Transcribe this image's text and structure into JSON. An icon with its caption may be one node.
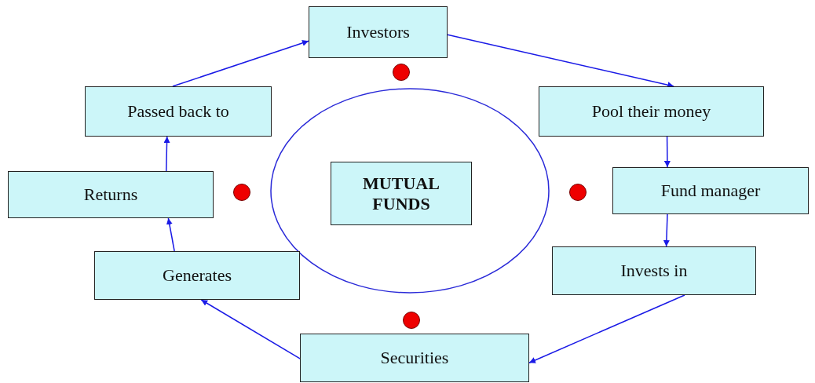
{
  "diagram": {
    "nodes": [
      {
        "text": [
          "Investors"
        ]
      },
      {
        "text": [
          "Pool their money"
        ]
      },
      {
        "text": [
          "Fund manager"
        ]
      },
      {
        "text": [
          "Invests in"
        ]
      },
      {
        "text": [
          "Securities"
        ]
      },
      {
        "text": [
          "Generates"
        ]
      },
      {
        "text": [
          "Returns"
        ]
      },
      {
        "text": [
          "Passed back to"
        ]
      },
      {
        "text": [],
        "shape": "circle"
      },
      {
        "text": [
          "MUTUAL FUNDS"
        ],
        "in": 8
      },
      {
        "text": [],
        "shape": "circle"
      },
      {
        "text": [],
        "shape": "circle"
      },
      {
        "text": [],
        "shape": "circle"
      },
      {
        "text": [],
        "shape": "circle"
      }
    ],
    "edges": [
      {
        "from": 0,
        "to": 1,
        "arrow": "to"
      },
      {
        "from": 1,
        "to": 2,
        "arrow": "to"
      },
      {
        "from": 2,
        "to": 3,
        "arrow": "to"
      },
      {
        "from": 3,
        "to": 4,
        "arrow": "to"
      },
      {
        "from": 4,
        "to": 5,
        "arrow": "to"
      },
      {
        "from": 5,
        "to": 6,
        "arrow": "to"
      },
      {
        "from": 6,
        "to": 7,
        "arrow": "to"
      },
      {
        "from": 7,
        "to": 0,
        "arrow": "to"
      }
    ]
  }
}
